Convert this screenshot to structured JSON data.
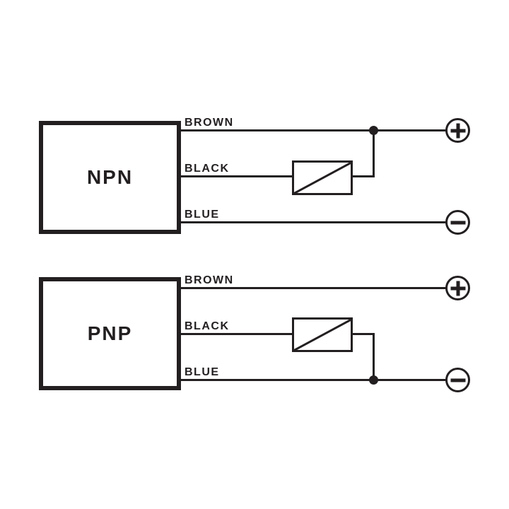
{
  "colors": {
    "ink": "#231f20",
    "background": "#ffffff"
  },
  "diagrams": [
    {
      "sensor_label": "NPN",
      "wire_labels": [
        "BROWN",
        "BLACK",
        "BLUE"
      ],
      "terminals": {
        "positive": "+",
        "negative": "−"
      },
      "load_wire": "BLACK"
    },
    {
      "sensor_label": "PNP",
      "wire_labels": [
        "BROWN",
        "BLACK",
        "BLUE"
      ],
      "terminals": {
        "positive": "+",
        "negative": "−"
      },
      "load_wire": "BLACK"
    }
  ]
}
